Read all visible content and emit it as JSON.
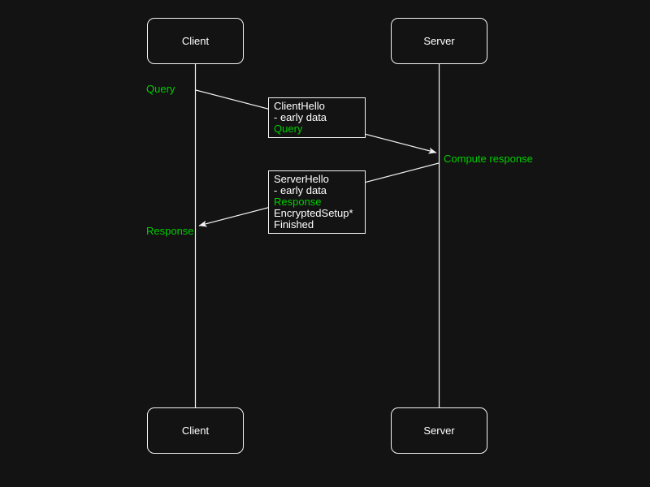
{
  "diagram": {
    "type": "sequence-diagram",
    "actors": {
      "client_top": "Client",
      "server_top": "Server",
      "client_bottom": "Client",
      "server_bottom": "Server"
    },
    "labels": {
      "query": "Query",
      "compute_response": "Compute response",
      "response": "Response"
    },
    "messages": {
      "client_to_server": {
        "lines": [
          {
            "text": "ClientHello",
            "color": "#ffffff"
          },
          {
            "text": "- early data",
            "color": "#ffffff"
          },
          {
            "text": "Query",
            "color": "#00cc00"
          }
        ]
      },
      "server_to_client": {
        "lines": [
          {
            "text": "ServerHello",
            "color": "#ffffff"
          },
          {
            "text": "- early data",
            "color": "#ffffff"
          },
          {
            "text": "Response",
            "color": "#00cc00"
          },
          {
            "text": "EncryptedSetup*",
            "color": "#ffffff"
          },
          {
            "text": "Finished",
            "color": "#ffffff"
          }
        ]
      }
    },
    "colors": {
      "background": "#131313",
      "stroke": "#f2f2f2",
      "text": "#ffffff",
      "accent_green": "#00cc00"
    }
  }
}
